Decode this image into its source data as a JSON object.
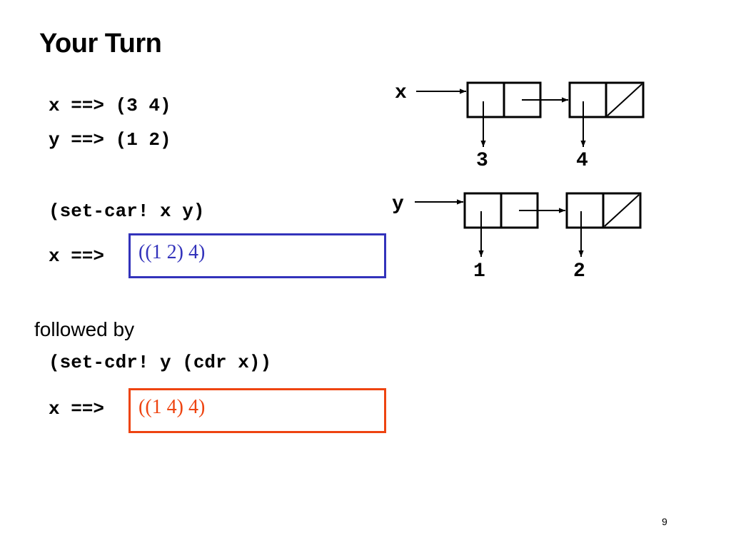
{
  "slide": {
    "title": "Your Turn",
    "page_number": "9"
  },
  "code": {
    "line1": "x ==> (3 4)",
    "line2": "y ==> (1 2)",
    "set_car": "(set-car! x y)",
    "prompt1": "x ==>",
    "followed_by": "followed by",
    "set_cdr": "(set-cdr! y (cdr x))",
    "prompt2": "x ==>"
  },
  "answers": {
    "answer1": {
      "text": "((1 2) 4)",
      "color": "#3333bb"
    },
    "answer2": {
      "text": "((1 4) 4)",
      "color": "#ee4411"
    }
  },
  "diagram": {
    "x_label": "x",
    "y_label": "y",
    "x_values": [
      "3",
      "4"
    ],
    "y_values": [
      "1",
      "2"
    ]
  }
}
